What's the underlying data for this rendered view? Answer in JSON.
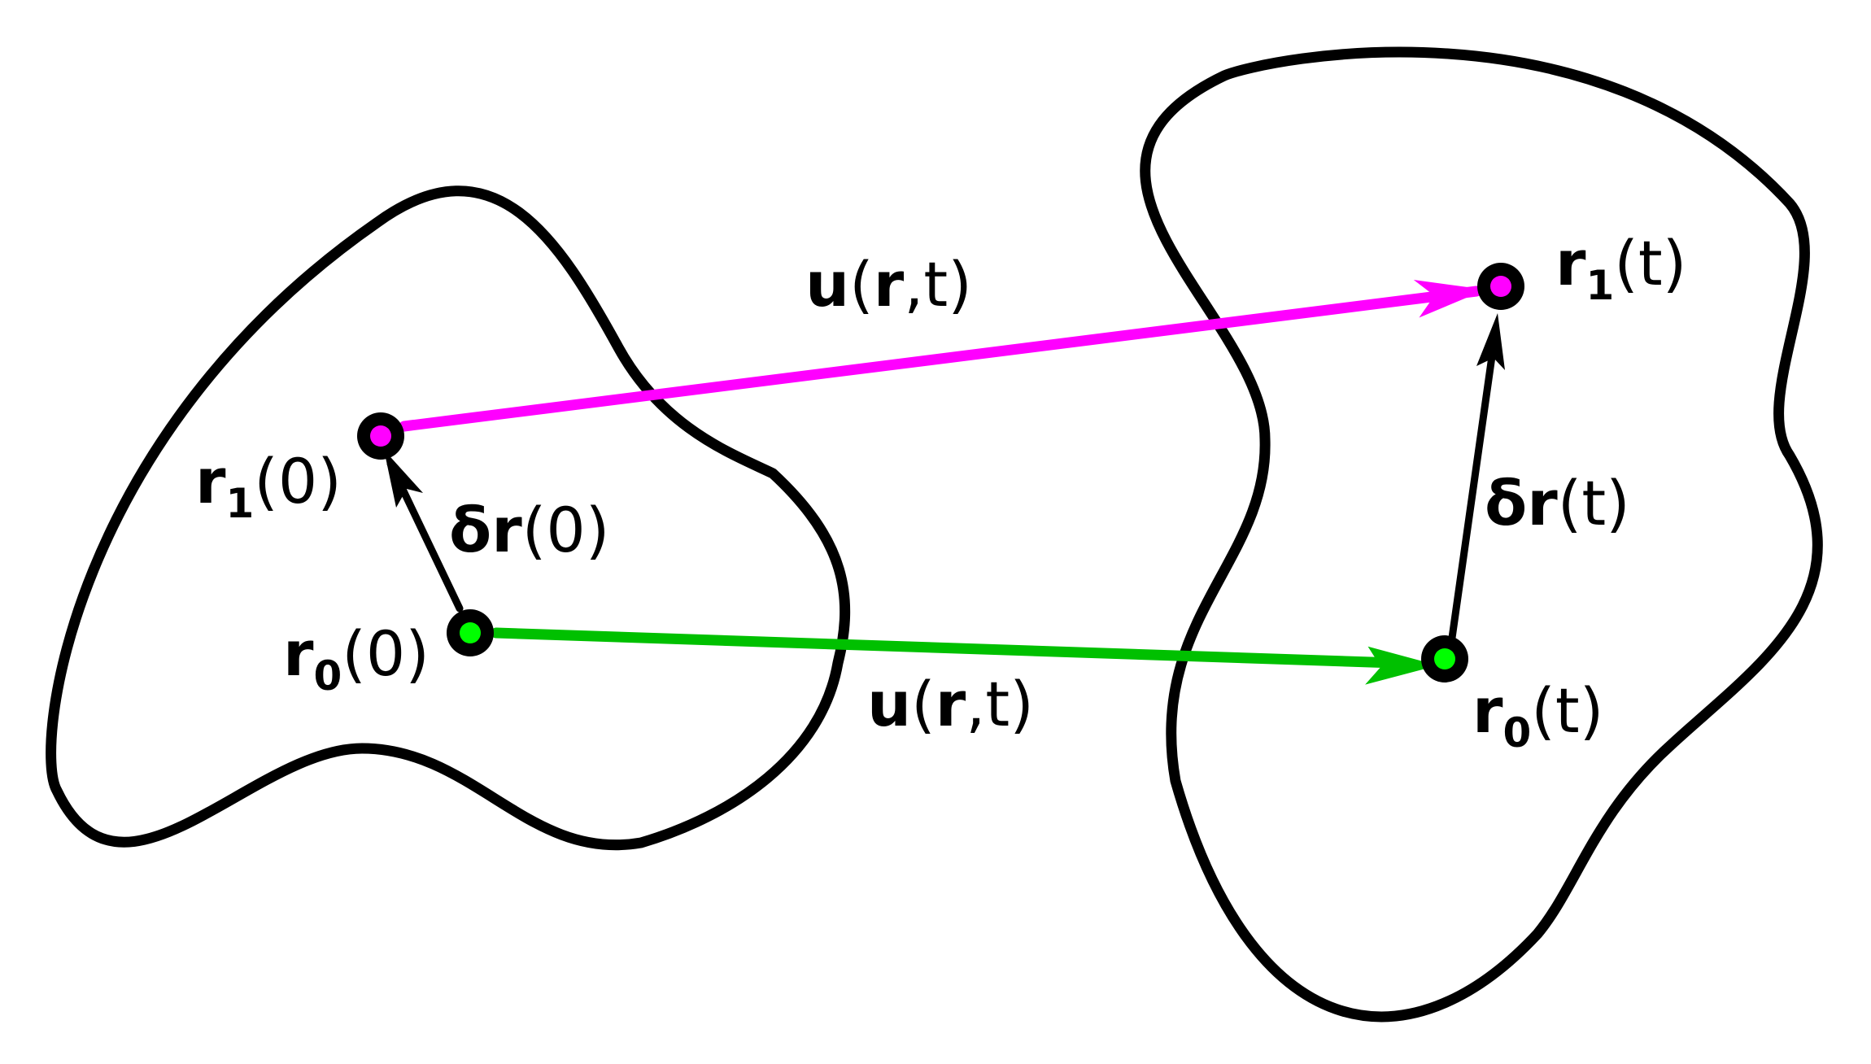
{
  "colors": {
    "outline": "#000000",
    "magenta": "#ff00ff",
    "green": "#00c000",
    "point_green": "#00ff00"
  },
  "points": {
    "r1_0": {
      "sym": "r",
      "sub": "1",
      "arg": "(0)"
    },
    "r0_0": {
      "sym": "r",
      "sub": "0",
      "arg": "(0)"
    },
    "r1_t": {
      "sym": "r",
      "sub": "1",
      "arg": "(t)"
    },
    "r0_t": {
      "sym": "r",
      "sub": "0",
      "arg": "(t)"
    }
  },
  "vectors": {
    "dr_0": {
      "sym": "δr",
      "arg": "(0)"
    },
    "dr_t": {
      "sym": "δr",
      "arg": "(t)"
    },
    "u_top": {
      "sym1": "u",
      "p1": "(",
      "sym2": "r",
      "p2": ",t)"
    },
    "u_bottom": {
      "sym1": "u",
      "p1": "(",
      "sym2": "r",
      "p2": ",t)"
    }
  }
}
